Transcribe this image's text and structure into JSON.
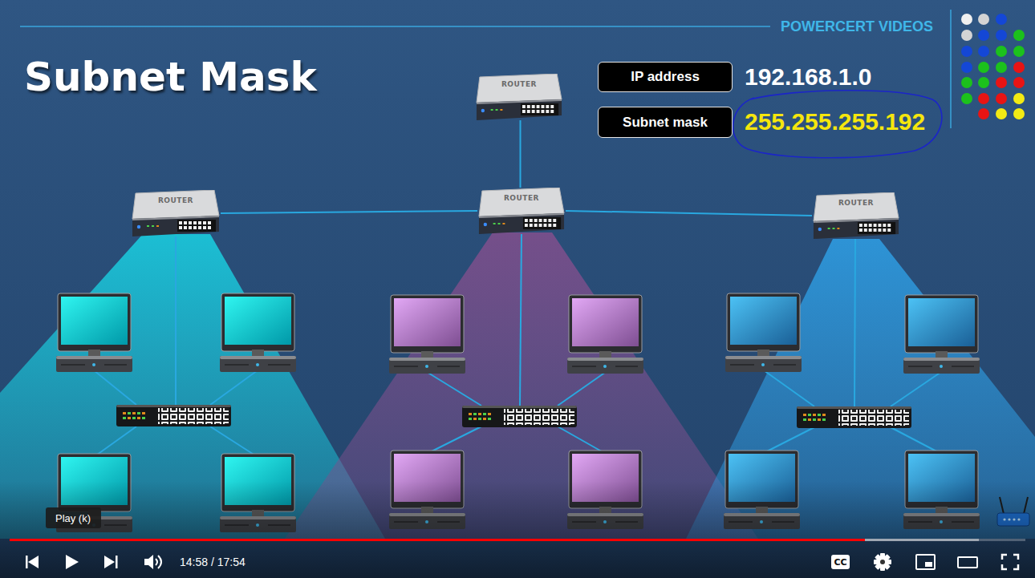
{
  "diagram": {
    "title": "Subnet Mask",
    "nodes": [
      {
        "text": [
          "ROUTER"
        ]
      },
      {
        "text": [
          "IP address"
        ]
      },
      {
        "text": [
          "Subnet mask"
        ]
      },
      {
        "text": [
          "ROUTER"
        ]
      },
      {
        "text": [
          "ROUTER"
        ]
      },
      {
        "text": [
          "ROUTER"
        ]
      },
      {
        "text": [
          "Play (k)"
        ]
      },
      {
        "text": [
          "CC"
        ]
      }
    ],
    "edges": [
      {
        "from": 0,
        "to": 4,
        "arrow": "none"
      },
      {
        "from": 3,
        "to": 4,
        "arrow": "none"
      },
      {
        "from": 4,
        "to": 5,
        "arrow": "none"
      }
    ],
    "labels": [
      "POWERCERT VIDEOS",
      "192.168.1.0",
      "255.255.255.192",
      "14:58 / 17:54"
    ]
  }
}
